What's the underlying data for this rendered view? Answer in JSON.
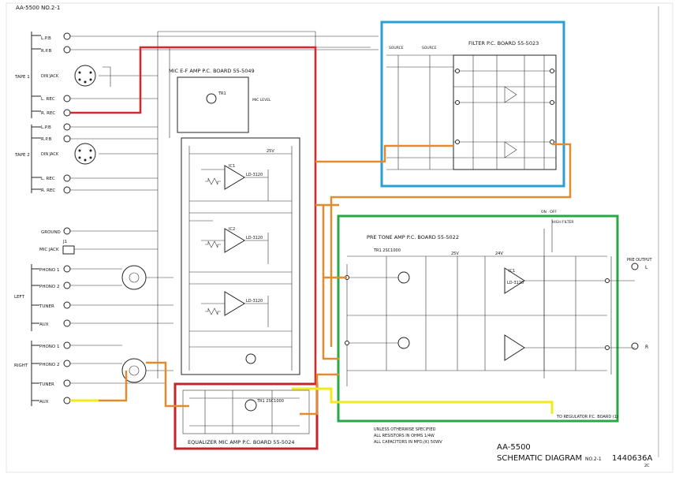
{
  "sheet": {
    "header_ref": "AA-5500 NO.2-1",
    "title_model": "AA-5500",
    "title_main": "SCHEMATIC DIAGRAM",
    "title_no": "NO.2-1",
    "doc_number": "1440636A",
    "doc_suffix": "2C"
  },
  "boards": {
    "mic_ef": "MIC E-F AMP P.C. BOARD 55-5049",
    "filter": "FILTER P.C. BOARD 55-5023",
    "pretone": "PRE TONE AMP P.C. BOARD 55-5022",
    "equalizer": "EQUALIZER MIC AMP P.C. BOARD 55-5024"
  },
  "left_labels": {
    "lpb1": "L.P.B",
    "rpb1": "R.P.B",
    "tape1": "TAPE 1",
    "din1": "DIN JACK",
    "lrec1": "L. REC",
    "rrec1": "R. REC",
    "lpb2": "L.P.B",
    "rpb2": "R.P.B",
    "tape2": "TAPE 2",
    "din2": "DIN JACK",
    "lrec2": "L. REC",
    "rrec2": "R. REC",
    "ground": "GROUND",
    "j1": "J1",
    "micjack": "MIC JACK",
    "left": "LEFT",
    "phono1l": "PHONO 1",
    "phono2l": "PHONO 2",
    "tunerl": "TUNER",
    "auxl": "AUX",
    "right": "RIGHT",
    "phono1r": "PHONO 1",
    "phono2r": "PHONO 2",
    "tunerr": "TUNER",
    "auxr": "AUX"
  },
  "components": {
    "tr1": "TR1",
    "ic1": "IC1",
    "ld3120a": "LD-3120",
    "ic2": "IC2",
    "ld3120b": "LD-3120",
    "ld3120c": "LD-3120",
    "pretone_tr": "TR1 2SC1000",
    "pretone_ic": "IC1",
    "pretone_ld": "LD-3120",
    "eq_tr": "TR1 2SC1000",
    "miclevel": "MIC LEVEL",
    "source": "SOURCE",
    "high_filter": "HIGH FILTER",
    "on_off": "ON · OFF",
    "pre_output": "PRE OUTPUT",
    "out_l": "L",
    "out_r": "R",
    "v25a": "25V",
    "v25b": "25V",
    "v24": "24V"
  },
  "notes": {
    "line1": "UNLESS OTHERWISE SPECIFIED",
    "line2": "ALL RESISTORS IN OHMS 1/4W",
    "line3": "ALL CAPACITORS IN MFD,(K) 50WV",
    "regulator": "TO REGULATOR P.C. BOARD (1)"
  },
  "highlight_colors": {
    "equalizer_box": "#c0262c",
    "filter_box": "#2a9fd6",
    "pretone_box": "#27a844",
    "signal_path_red": "#d9262b",
    "signal_path_orange": "#e48a2e",
    "signal_path_yellow": "#f2ea1b"
  }
}
